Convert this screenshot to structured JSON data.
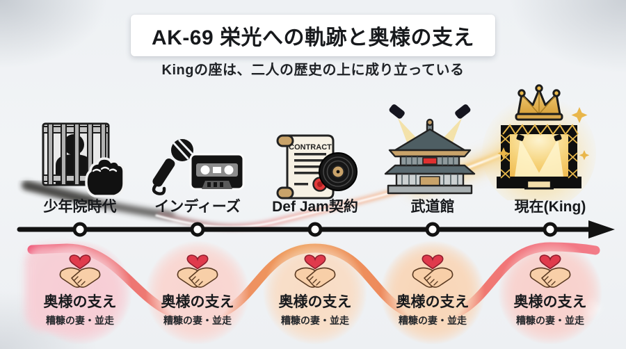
{
  "title": "AK-69 栄光への軌跡と奥様の支え",
  "subtitle": "Kingの座は、二人の歴史の上に成り立っている",
  "milestones": [
    {
      "label": "少年院時代",
      "icon": "jail-fist-icon"
    },
    {
      "label": "インディーズ",
      "icon": "microphone-cassette-icon"
    },
    {
      "label": "Def Jam契約",
      "icon": "contract-vinyl-icon"
    },
    {
      "label": "武道館",
      "icon": "budokan-arena-icon"
    },
    {
      "label": "現在(King)",
      "icon": "stage-crown-icon"
    }
  ],
  "contract_icon_text": "CONTRACT",
  "support": {
    "label": "奥様の支え",
    "sublabel": "糟糠の妻・並走",
    "icon": "handshake-heart-icon",
    "count": 5
  },
  "colors": {
    "background": "#eef1f4",
    "timeline": "#121212",
    "ribbon_pink": "#ef5878",
    "ribbon_salmon": "#ee8070",
    "ribbon_orange": "#ee9c57",
    "heart_red": "#e03a4c",
    "gold": "#e8b84b",
    "skin": "#f8cfa8",
    "circle_pink": "#f7cfd6",
    "circle_peach": "#f8dcc4"
  }
}
